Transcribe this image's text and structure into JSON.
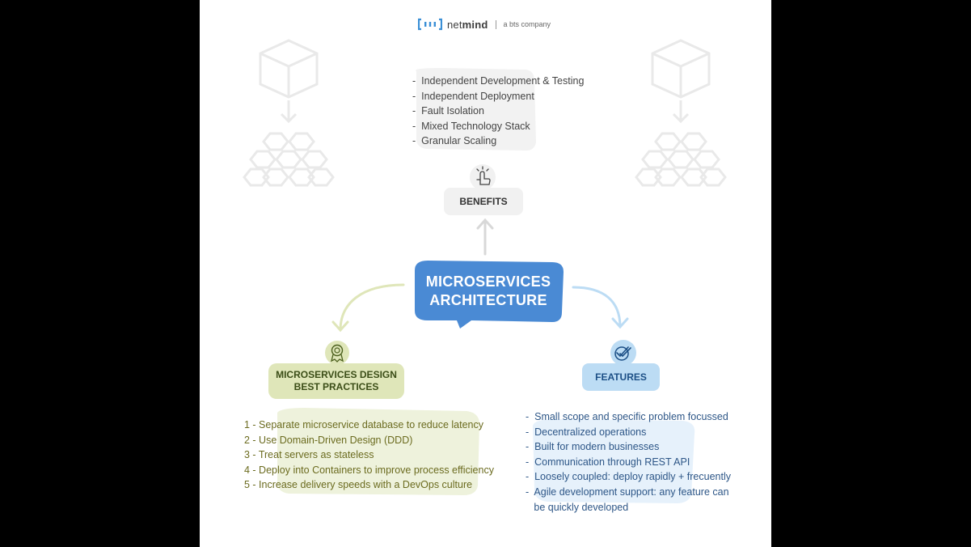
{
  "brand": {
    "name_light": "net",
    "name_bold": "mind",
    "tagline": "a bts company",
    "logo_color": "#3a8fd6"
  },
  "center": {
    "line1": "MICROSERVICES",
    "line2": "ARCHITECTURE",
    "color": "#4a8ad4"
  },
  "benefits": {
    "label": "BENEFITS",
    "icon": "pointing-hand-icon",
    "items": [
      "Independent Development & Testing",
      "Independent Deployment",
      "Fault Isolation",
      "Mixed Technology Stack",
      "Granular Scaling"
    ]
  },
  "practices": {
    "label_line1": "MICROSERVICES DESIGN",
    "label_line2": "BEST PRACTICES",
    "icon": "award-badge-icon",
    "color": "#dfe6b9",
    "items": [
      "1 - Separate microservice database to reduce latency",
      "2 - Use Domain-Driven Design (DDD)",
      "3 - Treat servers as stateless",
      "4 - Deploy into Containers to improve process efficiency",
      "5 - Increase delivery speeds with a DevOps culture"
    ]
  },
  "features": {
    "label": "FEATURES",
    "icon": "double-check-icon",
    "color": "#bcdcf4",
    "items": [
      "Small scope and specific problem focussed",
      "Decentralized operations",
      "Built for modern businesses",
      "Communication through REST API",
      "Loosely coupled: deploy rapidly + frecuently",
      "Agile development support: any feature can"
    ],
    "item_continuation": "be quickly developed"
  },
  "decor": {
    "left_icon": "cube-to-hexagons-icon",
    "right_icon": "cube-to-hexagons-icon"
  }
}
